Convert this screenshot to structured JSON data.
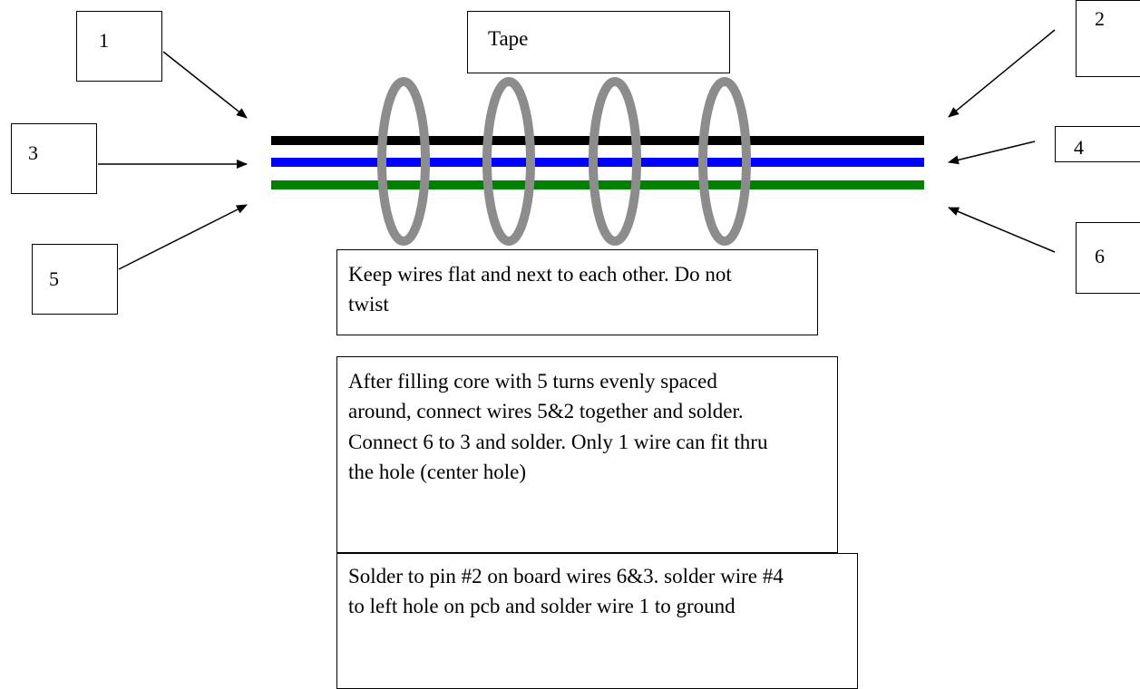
{
  "labels": {
    "wire1": "1",
    "wire2": "2",
    "wire3": "3",
    "wire4": "4",
    "wire5": "5",
    "wire6": "6",
    "tape": "Tape"
  },
  "notes": {
    "flat": "Keep wires flat and next to each other. Do not twist",
    "wind": "After filling core with 5 turns evenly spaced around, connect wires 5&2 together and solder. Connect 6 to 3 and solder.  Only 1 wire can fit thru the hole (center hole)",
    "pins": "Solder to pin #2 on board wires 6&3. solder wire #4 to left hole on pcb and solder wire 1 to ground"
  },
  "colors": {
    "wire_top": "#000000",
    "wire_middle": "#0000ff",
    "wire_bottom": "#008000",
    "tape_ring": "#8c8c8c",
    "arrow": "#000000"
  }
}
